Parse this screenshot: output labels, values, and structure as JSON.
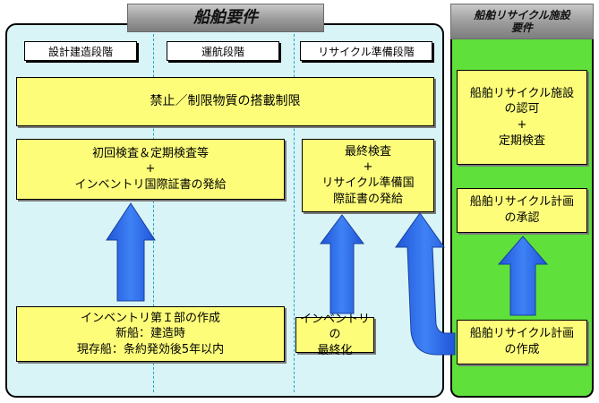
{
  "headers": {
    "ship_requirements": "船舶要件",
    "facility_requirements_line1": "船舶リサイクル施設",
    "facility_requirements_line2": "要件"
  },
  "phases": {
    "design": "設計建造段階",
    "operation": "運航段階",
    "recycling_prep": "リサイクル準備段階"
  },
  "boxes": {
    "prohibition": "禁止／制限物質の搭載制限",
    "initial_inspection": [
      "初回検査＆定期検査等",
      "+",
      "インベントリ国際証書の発給"
    ],
    "final_inspection": [
      "最終検査",
      "+",
      "リサイクル準備国",
      "際証書の発給"
    ],
    "inventory_part1": [
      "インベントリ第Ｉ部の作成",
      "新船：建造時",
      "現存船：条約発効後5年以内"
    ],
    "inventory_final": [
      "インベントリの",
      "最終化"
    ],
    "facility_approval": [
      "船舶リサイクル施設",
      "の認可",
      "+",
      "定期検査"
    ],
    "plan_approval": [
      "船舶リサイクル計画",
      "の承認"
    ],
    "plan_creation": [
      "船舶リサイクル計画",
      "の作成"
    ]
  },
  "colors": {
    "blue_panel": "#d9f4f7",
    "green_panel": "#5fe03a",
    "yellow_box": "#fdfd7a",
    "arrow": "#2d6bea"
  }
}
